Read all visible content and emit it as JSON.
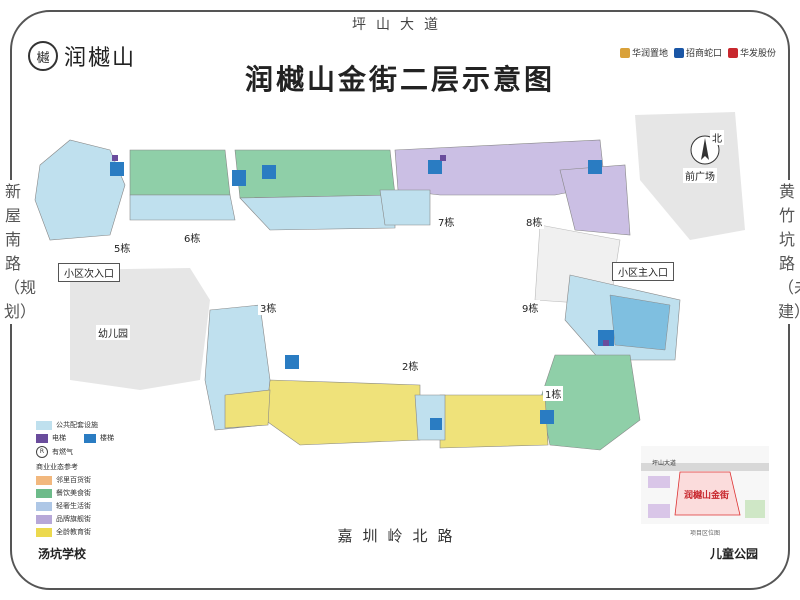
{
  "header": {
    "logo_text": "润樾山",
    "logo_seal": "樾",
    "title": "润樾山金街二层示意图",
    "partners": [
      {
        "name": "华润置地",
        "color": "#d9a13a"
      },
      {
        "name": "招商蛇口",
        "color": "#1a56a6"
      },
      {
        "name": "华发股份",
        "color": "#c8282e"
      }
    ]
  },
  "roads": {
    "top": "坪山大道",
    "bottom": "嘉圳岭北路",
    "left": "新屋南路（规划）",
    "right": "黄竹坑路（未建）"
  },
  "places": {
    "north": "北",
    "front_plaza": "前广场",
    "kindergarten": "幼儿园",
    "secondary_entrance": "小区次入口",
    "main_entrance": "小区主入口",
    "school": "汤坑学校",
    "park": "儿童公园"
  },
  "buildings": [
    "5栋",
    "6栋",
    "7栋",
    "8栋",
    "9栋",
    "3栋",
    "2栋",
    "1栋"
  ],
  "legend": {
    "facilities_title": "公共配套设施",
    "facilities": [
      {
        "label": "电梯",
        "color": "#6a4c9c"
      },
      {
        "label": "楼梯",
        "color": "#2a7cc2"
      },
      {
        "label": "有燃气",
        "color": "#444444"
      }
    ],
    "business_title": "商业业态参考",
    "business": [
      {
        "label": "邻里百货街",
        "color": "#f2b87e"
      },
      {
        "label": "餐饮美食街",
        "color": "#6dbb8a"
      },
      {
        "label": "轻奢生活街",
        "color": "#aec7e6"
      },
      {
        "label": "品牌旗舰街",
        "color": "#b7a8d8"
      },
      {
        "label": "全龄教育街",
        "color": "#ecd94e"
      }
    ]
  },
  "inset": {
    "road": "坪山大道",
    "center": "润樾山金街",
    "caption": "项目区位图"
  },
  "colors": {
    "green": "#8fcfa8",
    "blue": "#bfe0ee",
    "purple": "#cbbfe4",
    "yellow": "#efe27a",
    "stair": "#2a7cc2",
    "lift": "#6a4c9c"
  }
}
